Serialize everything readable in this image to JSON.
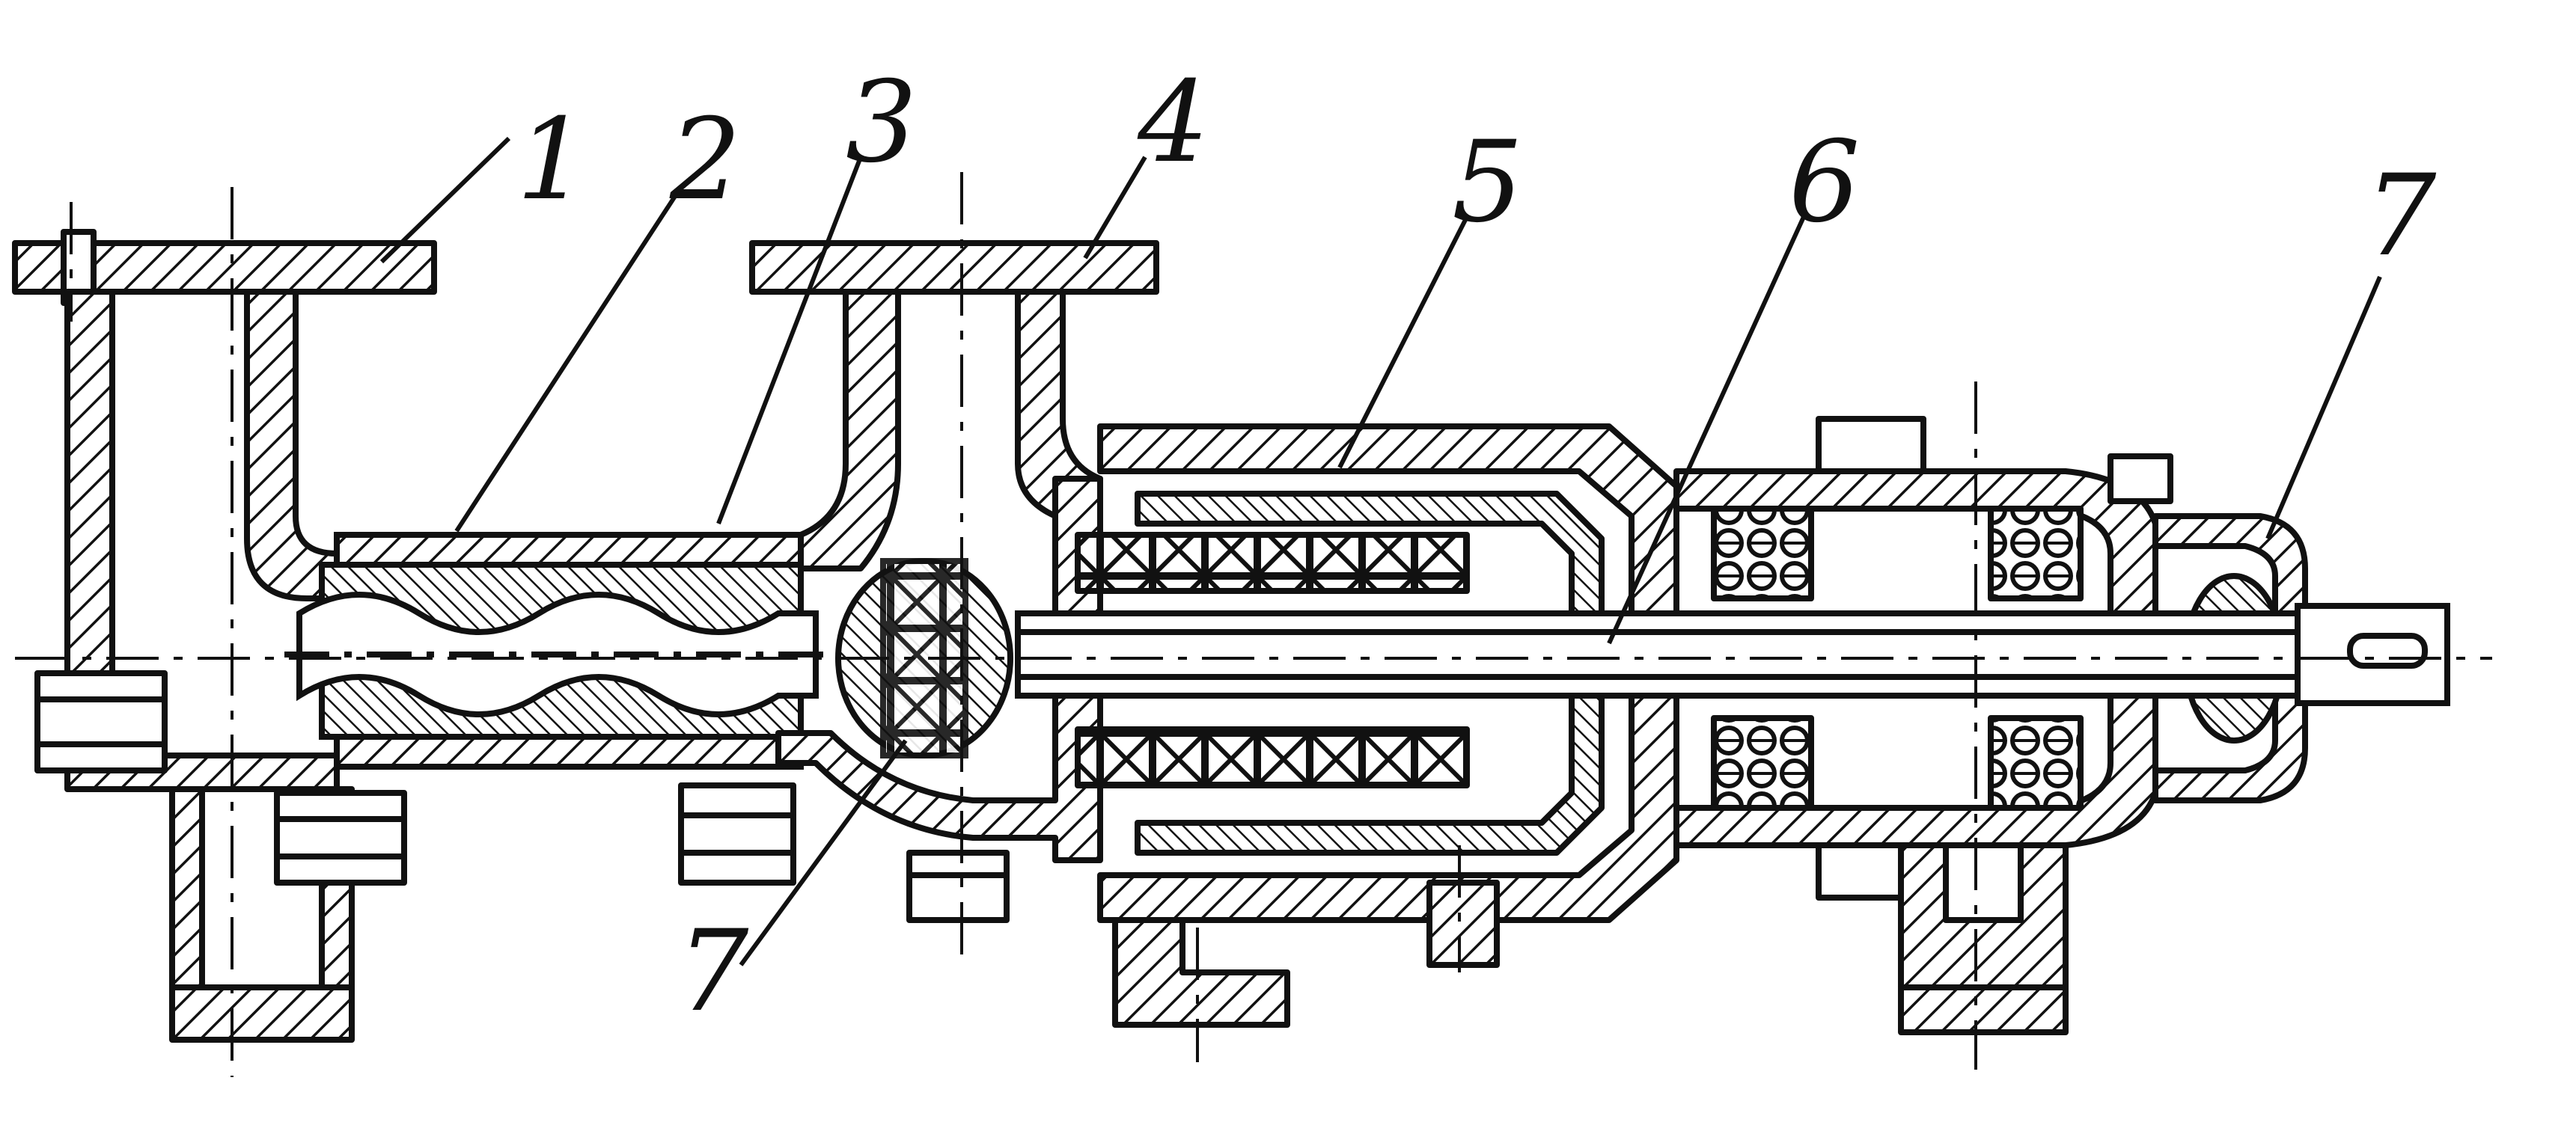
{
  "callouts": [
    {
      "id": "c1",
      "text": "1"
    },
    {
      "id": "c2",
      "text": "2"
    },
    {
      "id": "c3",
      "text": "3"
    },
    {
      "id": "c4",
      "text": "4"
    },
    {
      "id": "c5",
      "text": "5"
    },
    {
      "id": "c6",
      "text": "6"
    },
    {
      "id": "c7a",
      "text": "7"
    },
    {
      "id": "c7b",
      "text": "7"
    }
  ],
  "colors": {
    "ink": "#111111",
    "paper": "#ffffff"
  }
}
